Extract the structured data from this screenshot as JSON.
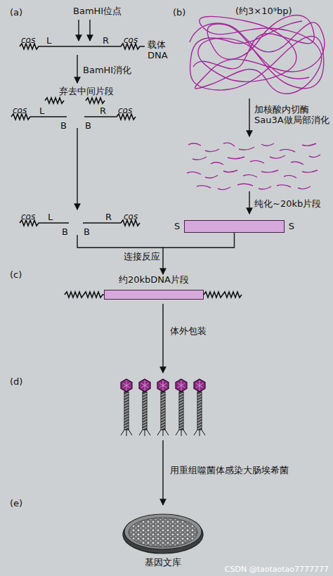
{
  "diagram": {
    "nodes": [
      {
        "text": [
          "S",
          "S"
        ]
      },
      {
        "text": [
          "约20kbDNA片段"
        ]
      },
      {
        "text": [
          "基因文库"
        ]
      }
    ],
    "edges": [
      {
        "from": 0,
        "to": 1,
        "arrow": "to",
        "label": "连接反应"
      }
    ],
    "labels": [
      "(a)",
      "BamHⅠ位点",
      "cos",
      "L",
      "R",
      "cos",
      "载体 DNA",
      "BamHⅠ消化",
      "弃去中间片段",
      "cos",
      "L",
      "B",
      "B",
      "R",
      "cos",
      "cos",
      "L",
      "B",
      "B",
      "R",
      "cos",
      "(b)",
      "(约3×10⁹bp)",
      "加核酸内切酶 Sau3A做局部消化",
      "纯化~20kb片段",
      "(c)",
      "体外包装",
      "(d)",
      "用重组噬菌体感染大肠埃希菌",
      "(e)",
      "CSDN @taotaotao7777777"
    ]
  }
}
